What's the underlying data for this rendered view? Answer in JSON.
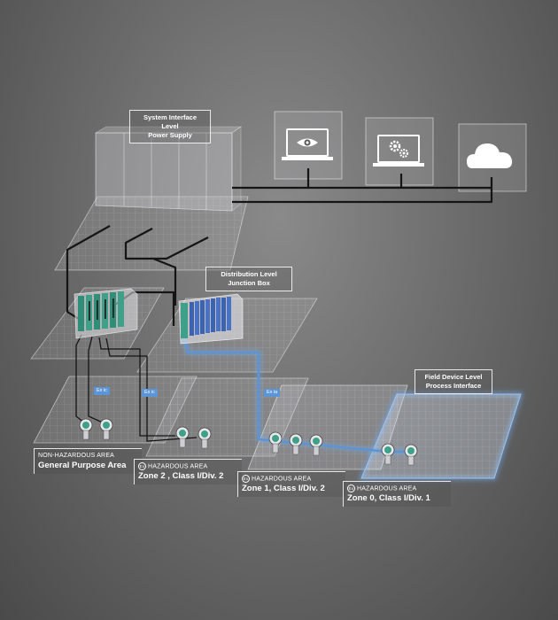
{
  "labels": {
    "system": {
      "line1": "System Interface Level",
      "line2": "Power Supply"
    },
    "distribution": {
      "line1": "Distribution Level",
      "line2": "Junction Box"
    },
    "field": {
      "line1": "Field Device Level",
      "line2": "Process Interface"
    }
  },
  "areas": {
    "general": {
      "sub": "NON-HAZARDOUS AREA",
      "main": "General Purpose Area"
    },
    "zone2": {
      "sub": "HAZARDOUS AREA",
      "main": "Zone 2 , Class I/Div. 2"
    },
    "zone1": {
      "sub": "HAZARDOUS AREA",
      "main": "Zone 1, Class I/Div. 2"
    },
    "zone0": {
      "sub": "HAZARDOUS AREA",
      "main": "Zone 0, Class I/Div. 1"
    }
  },
  "ex_tags": {
    "ic": "Ex ic",
    "ic2": "Ex ic",
    "ia": "Ex ia"
  },
  "ex_symbol": "Ex",
  "icons": [
    "monitor-eye-icon",
    "monitor-gears-icon",
    "cloud-icon"
  ],
  "colors": {
    "accent_blue": "#5b95d6",
    "module_green": "#3fa08a",
    "cable": "#151515"
  }
}
